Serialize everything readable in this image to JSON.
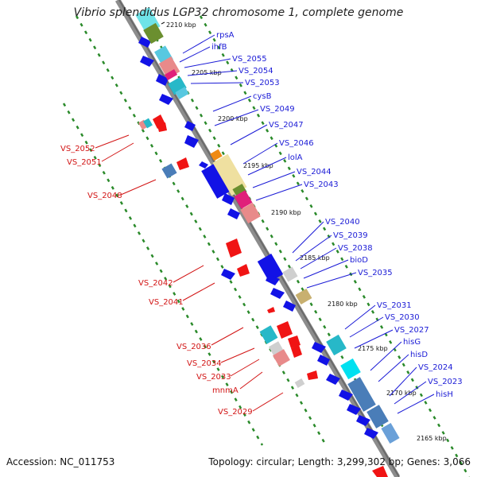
{
  "title": "Vibrio splendidus LGP32 chromosome 1, complete genome",
  "footer": {
    "accession": "Accession: NC_011753",
    "topology": "Topology: circular; Length: 3,299,302 bp; Genes: 3,066"
  },
  "ticks": [
    "2210 kbp",
    "2205 kbp",
    "2200 kbp",
    "2195 kbp",
    "2190 kbp",
    "2185 kbp",
    "2180 kbp",
    "2175 kbp",
    "2170 kbp",
    "2165 kbp"
  ],
  "forward_labels": [
    "rpsA",
    "ihfB",
    "VS_2055",
    "VS_2054",
    "VS_2053",
    "cysB",
    "VS_2049",
    "VS_2047",
    "VS_2046",
    "lolA",
    "VS_2044",
    "VS_2043",
    "VS_2040",
    "VS_2039",
    "VS_2038",
    "bioD",
    "VS_2035",
    "VS_2031",
    "VS_2030",
    "VS_2027",
    "hisG",
    "hisD",
    "VS_2024",
    "VS_2023",
    "hisH"
  ],
  "reverse_labels": [
    "VS_2052",
    "VS_2051",
    "VS_2048",
    "VS_2042",
    "VS_2041",
    "VS_2036",
    "VS_2034",
    "VS_2033",
    "mnmA",
    "VS_2029"
  ],
  "colors": {
    "forward": "#1b1bd6",
    "reverse": "#d21414",
    "backbone": "#8c8c8c",
    "dots": "#2a8a2a"
  }
}
